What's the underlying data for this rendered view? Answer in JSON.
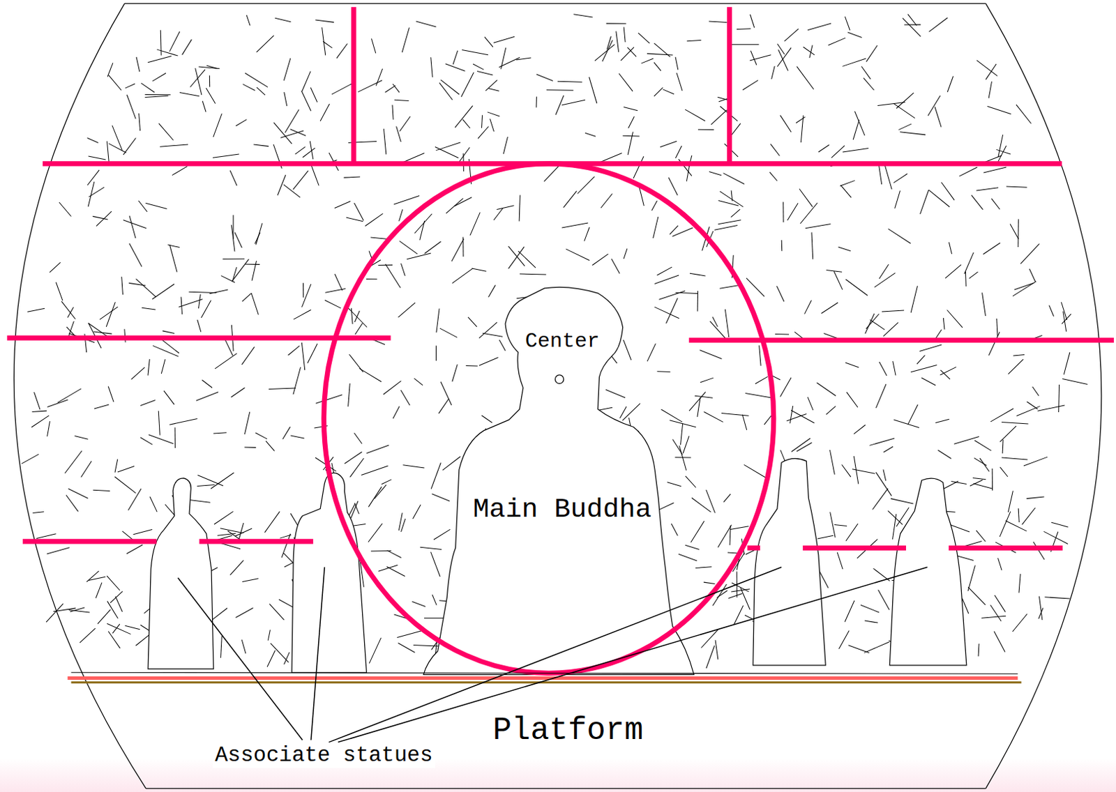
{
  "diagram": {
    "labels": [
      "Center",
      "Main Buddha",
      "Platform",
      "Associate statues"
    ]
  }
}
